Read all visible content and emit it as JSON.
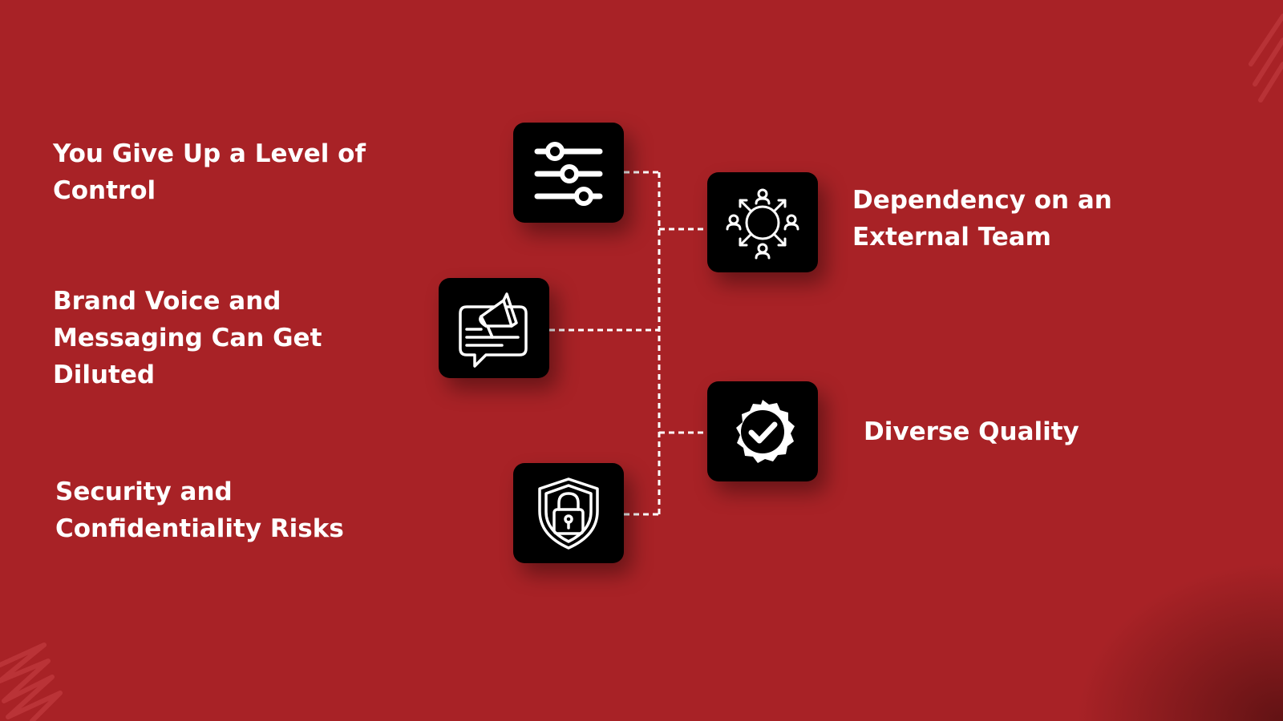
{
  "items": {
    "control": {
      "label": "You Give Up a Level of Control",
      "icon": "sliders-icon"
    },
    "brand": {
      "label": "Brand Voice and Messaging Can Get Diluted",
      "icon": "megaphone-message-icon"
    },
    "security": {
      "label": "Security and Confidentiality Risks",
      "icon": "shield-lock-icon"
    },
    "dependency": {
      "label": "Dependency on an External Team",
      "icon": "team-network-icon"
    },
    "quality": {
      "label": "Diverse Quality",
      "icon": "badge-check-icon"
    }
  },
  "colors": {
    "background": "#a82226",
    "tile": "#000000",
    "text": "#ffffff",
    "connector": "#ffffff"
  }
}
